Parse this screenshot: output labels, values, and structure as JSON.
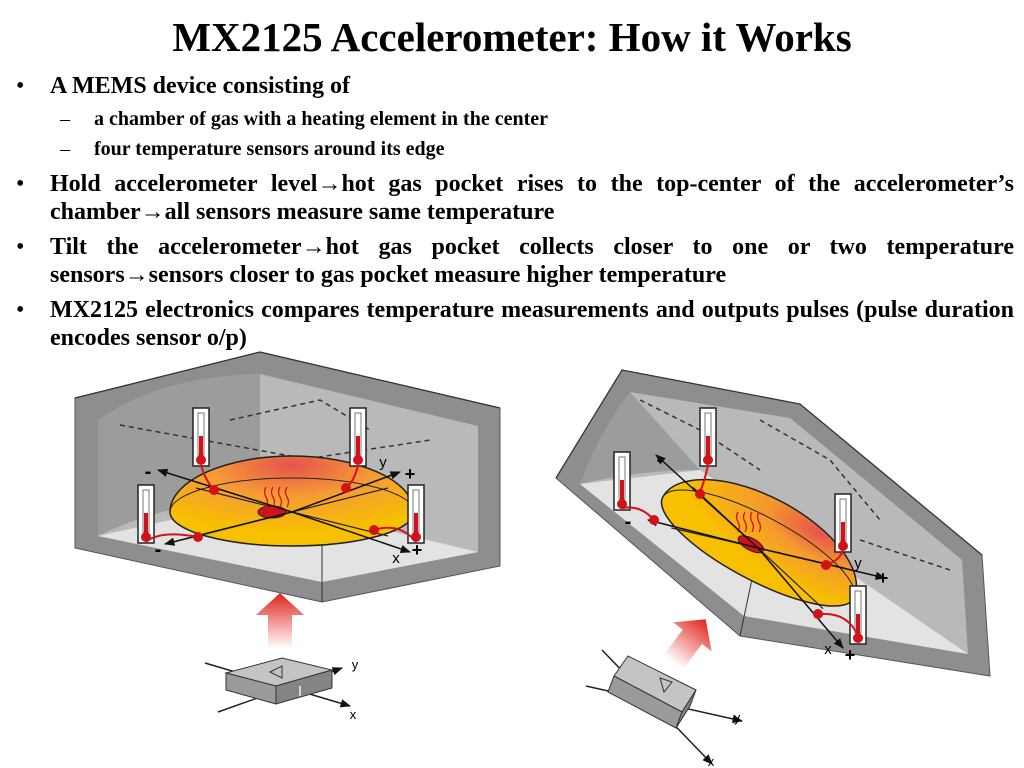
{
  "slide": {
    "title": "MX2125 Accelerometer: How it Works",
    "bullets": [
      {
        "text": "A MEMS device consisting of",
        "subs": [
          "a chamber of gas with a heating element in the center",
          "four temperature sensors around its edge"
        ]
      },
      {
        "text": "Hold accelerometer level→hot gas pocket rises to the top-center of the accelerometer’s chamber→all sensors measure same temperature",
        "subs": []
      },
      {
        "text": "Tilt the accelerometer→hot gas pocket collects closer to one or two temperature sensors→sensors closer to gas pocket measure higher temperature",
        "subs": []
      },
      {
        "text": "MX2125 electronics compares temperature measurements and outputs pulses (pulse duration encodes sensor o/p)",
        "subs": []
      }
    ],
    "bullet_marker": "•",
    "sub_marker": "–"
  },
  "diagram_level": {
    "minus_top": "-",
    "plus_top": "+",
    "y": "y",
    "minus_bottom": "-",
    "plus_bottom": "+",
    "x": "x",
    "chip_y": "y",
    "chip_x": "x"
  },
  "diagram_tilted": {
    "minus_top": "-",
    "plus_top": "+",
    "y": "y",
    "minus_bottom": "-",
    "plus_bottom": "+",
    "x": "x",
    "chip_y": "y",
    "chip_x": "x"
  },
  "colors": {
    "wall_outer": "#8e8e8e",
    "wall_inner": "#b9b9b9",
    "floor": "#e3e3e3",
    "gas_yellow": "#f7c000",
    "gas_hot": "#e8554e",
    "sensor_red": "#d2121b",
    "arrow_red": "#e0241b",
    "chip_gray": "#a7a7a7"
  }
}
